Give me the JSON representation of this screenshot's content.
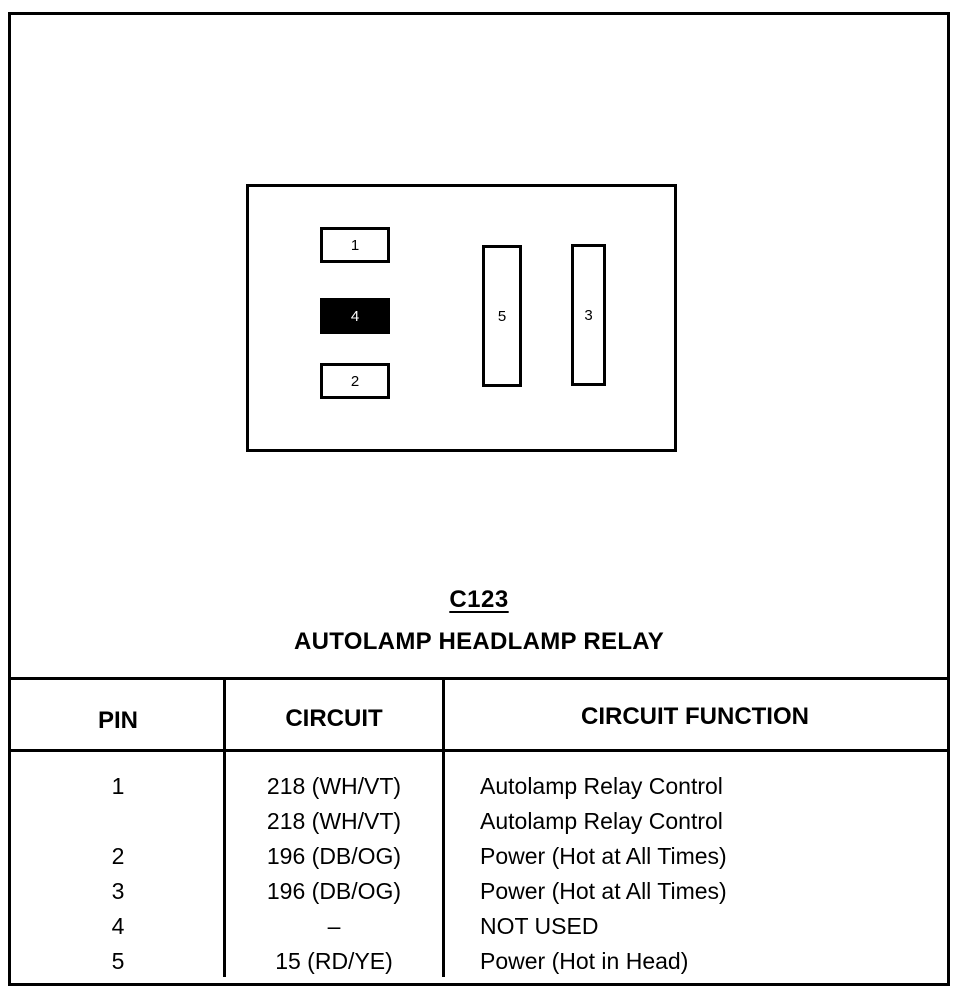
{
  "connector": {
    "id": "C123",
    "name": "AUTOLAMP HEADLAMP RELAY",
    "pins": [
      {
        "label": "1",
        "filled": false
      },
      {
        "label": "4",
        "filled": true
      },
      {
        "label": "2",
        "filled": false
      },
      {
        "label": "5",
        "filled": false
      },
      {
        "label": "3",
        "filled": false
      }
    ]
  },
  "table": {
    "headers": {
      "pin": "PIN",
      "circuit": "CIRCUIT",
      "function": "CIRCUIT FUNCTION"
    },
    "rows": [
      {
        "pin": "1",
        "circuit": "218 (WH/VT)",
        "function": "Autolamp Relay Control"
      },
      {
        "pin": "",
        "circuit": "218 (WH/VT)",
        "function": "Autolamp Relay Control"
      },
      {
        "pin": "2",
        "circuit": "196 (DB/OG)",
        "function": "Power (Hot at All Times)"
      },
      {
        "pin": "3",
        "circuit": "196 (DB/OG)",
        "function": "Power (Hot at All Times)"
      },
      {
        "pin": "4",
        "circuit": "–",
        "function": "NOT USED"
      },
      {
        "pin": "5",
        "circuit": "15 (RD/YE)",
        "function": "Power (Hot in Head)"
      }
    ]
  }
}
